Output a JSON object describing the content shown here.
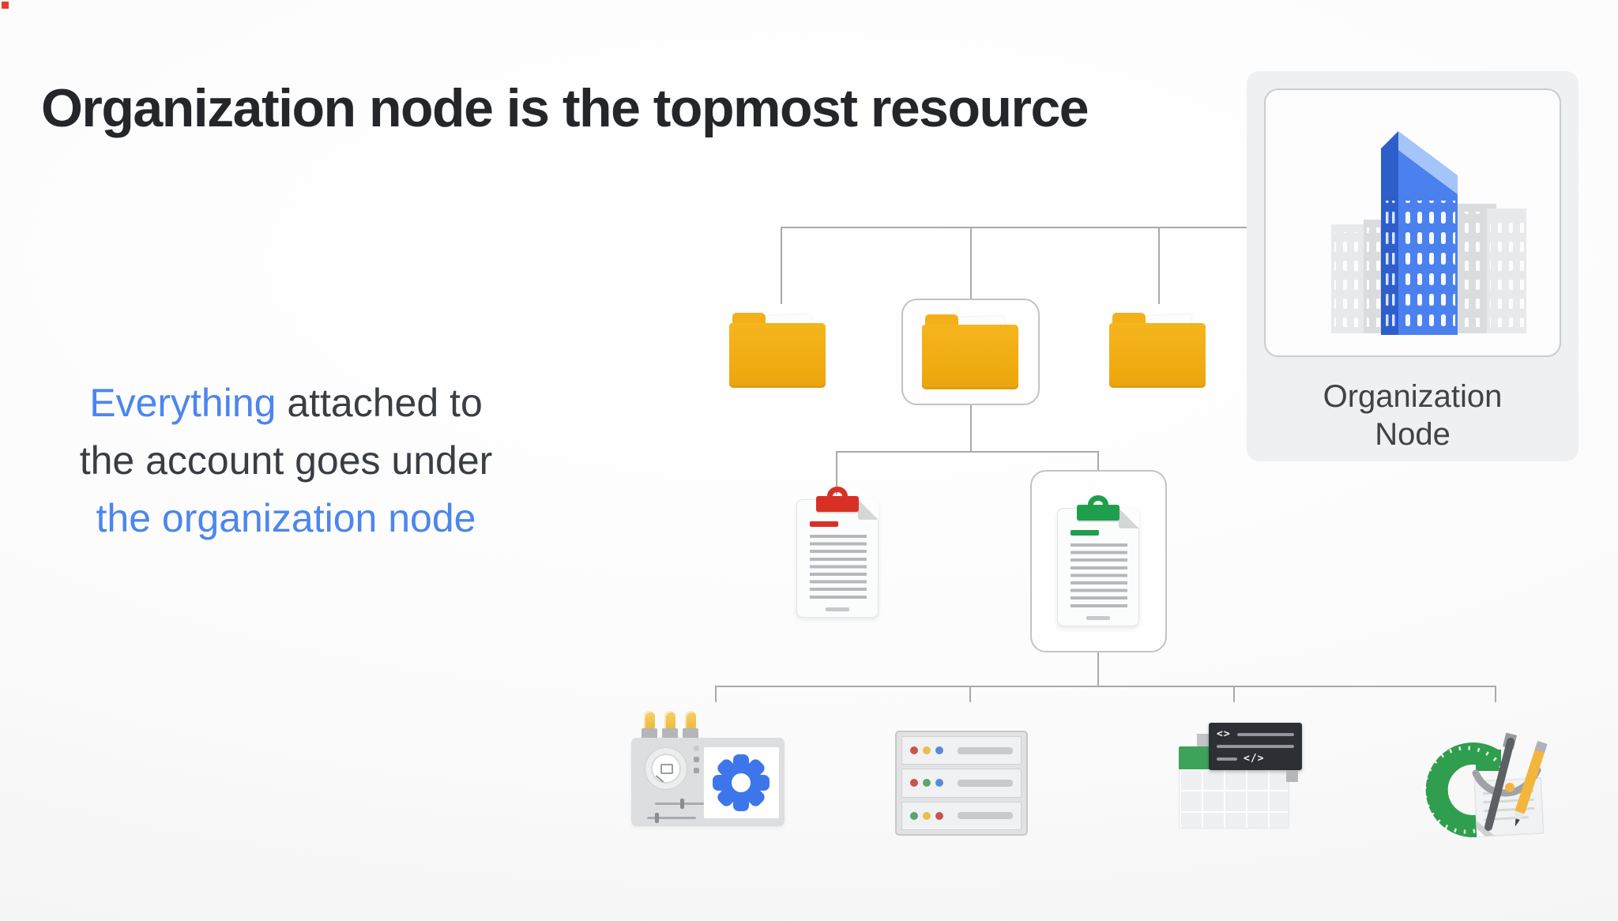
{
  "title": "Organization node is the topmost resource",
  "caption": {
    "part1_accent": "Everything",
    "part1_rest": " attached to",
    "line2": "the account goes under",
    "line3": "the organization node"
  },
  "org_card": {
    "line1": "Organization",
    "line2": "Node"
  },
  "icons": {
    "root": "office-buildings-icon",
    "level1": [
      "folder-icon",
      "folder-icon-in-card",
      "folder-icon"
    ],
    "level2": [
      "clipboard-red-icon",
      "clipboard-green-icon-in-card"
    ],
    "level3": [
      "control-board-gear-icon",
      "server-rack-icon",
      "spreadsheet-code-icon",
      "protractor-compass-pencil-icon"
    ],
    "code_panel": {
      "glyph_top": "<>",
      "glyph_bottom": "</>"
    }
  },
  "colors": {
    "accent_blue": "#4c86ee",
    "title_text": "#242629",
    "body_text": "#3a3e44",
    "connector_gray": "#a8aaac",
    "folder_yellow": "#f2ad13",
    "clipboard_red": "#d93025",
    "clipboard_green": "#1f9e4e",
    "gear_blue": "#3c76ea",
    "building_blue": "#4b81ee",
    "org_card_gray": "#eff0f2"
  }
}
